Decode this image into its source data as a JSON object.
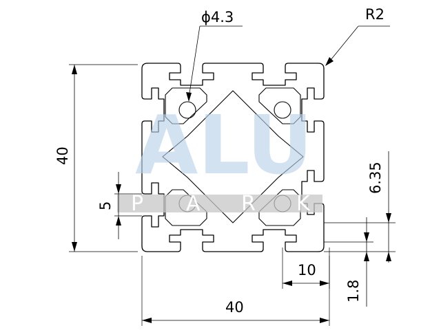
{
  "watermark": {
    "main": "ALU",
    "letters": [
      "P",
      "A",
      "R",
      "K"
    ],
    "main_color": "#b9d1ea",
    "bar_color": "#c7c7c7"
  },
  "dimensions": {
    "hole_diameter": "ϕ4.3",
    "corner_radius": "R2",
    "height": "40",
    "width": "40",
    "slot_width": "5",
    "slot_depth": "6.35",
    "groove_width": "10",
    "wall_thickness": "1.8"
  }
}
